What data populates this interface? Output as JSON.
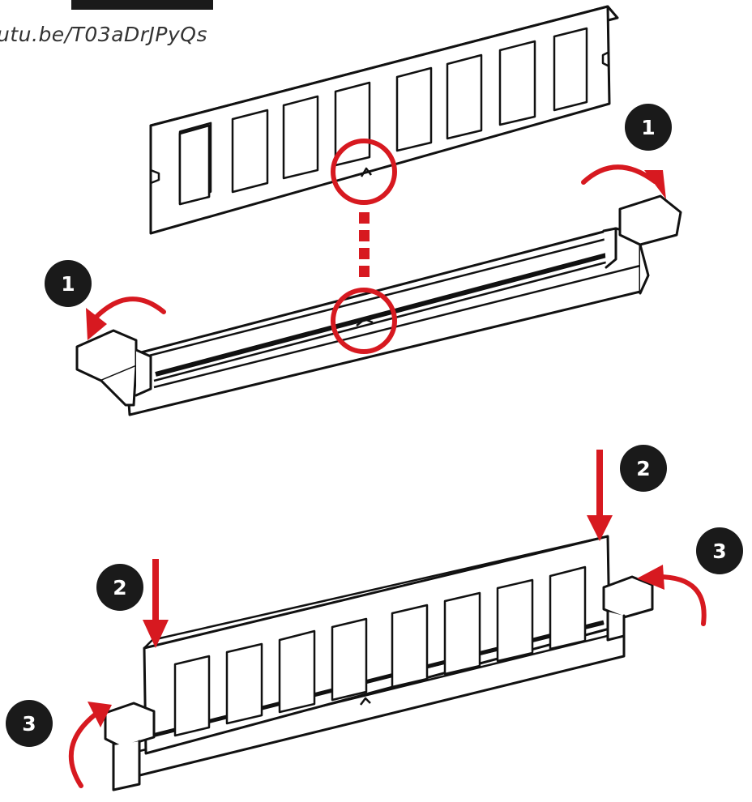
{
  "caption": "utu.be/T03aDrJPyQs",
  "steps": {
    "step1_right": "1",
    "step1_left": "1",
    "step2_right": "2",
    "step2_left": "2",
    "step3_right": "3",
    "step3_left": "3"
  },
  "colors": {
    "accent": "#d71920",
    "ink": "#111111",
    "badge": "#1a1a1a"
  }
}
